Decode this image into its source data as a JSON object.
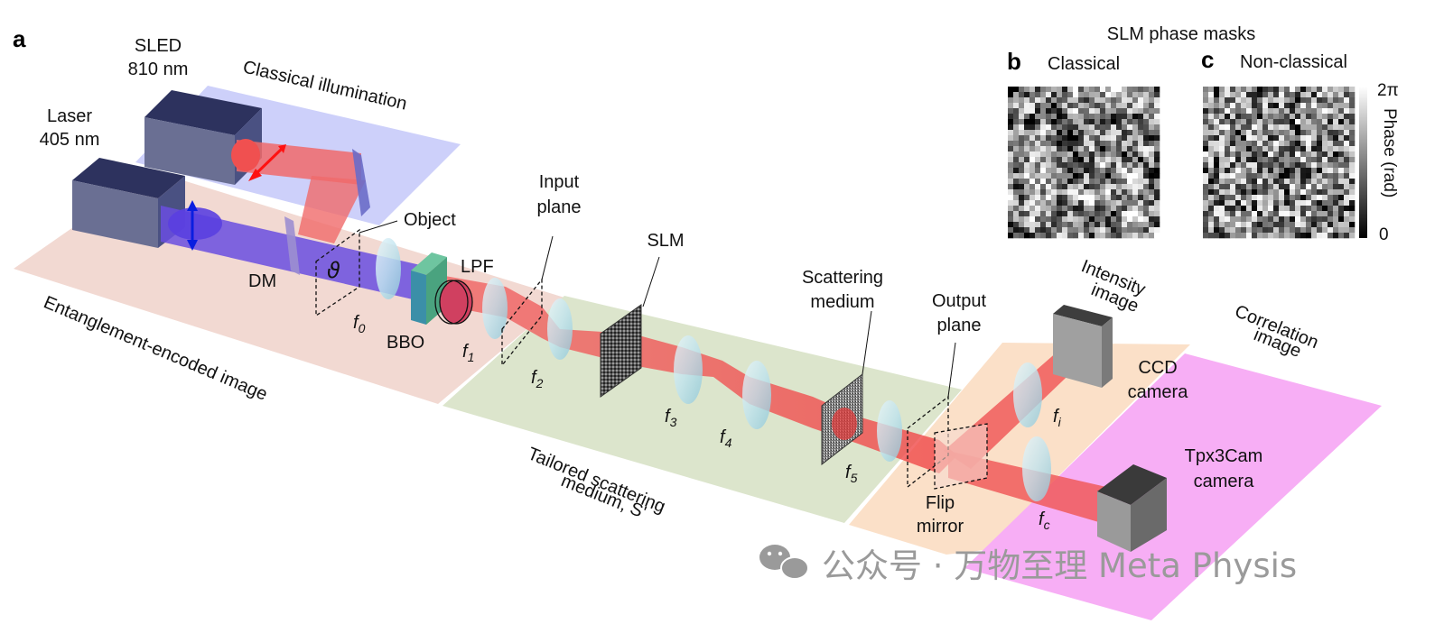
{
  "panels": {
    "a": "a",
    "b": "b",
    "c": "c"
  },
  "sources": {
    "sled": {
      "name": "SLED",
      "wavelength": "810 nm"
    },
    "laser": {
      "name": "Laser",
      "wavelength": "405 nm"
    }
  },
  "regions": {
    "classical": "Classical illumination",
    "entanglement": "Entanglement-encoded image",
    "tailored": [
      "Tailored scattering",
      "medium, S'"
    ],
    "intensity": [
      "Intensity",
      "image"
    ],
    "correlation": [
      "Correlation",
      "image"
    ]
  },
  "components": {
    "object": "Object",
    "dm": "DM",
    "bbo": "BBO",
    "lpf": "LPF",
    "input_plane": [
      "Input",
      "plane"
    ],
    "slm": "SLM",
    "scattering_medium": [
      "Scattering",
      "medium"
    ],
    "output_plane": [
      "Output",
      "plane"
    ],
    "flip_mirror": [
      "Flip",
      "mirror"
    ],
    "ccd": [
      "CCD",
      "camera"
    ],
    "tpx3": [
      "Tpx3Cam",
      "camera"
    ]
  },
  "lenses": {
    "f0": {
      "base": "f",
      "sub": "0"
    },
    "f1": {
      "base": "f",
      "sub": "1"
    },
    "f2": {
      "base": "f",
      "sub": "2"
    },
    "f3": {
      "base": "f",
      "sub": "3"
    },
    "f4": {
      "base": "f",
      "sub": "4"
    },
    "f5": {
      "base": "f",
      "sub": "5"
    },
    "fi": {
      "base": "f",
      "sub": "i"
    },
    "fc": {
      "base": "f",
      "sub": "c"
    }
  },
  "masks": {
    "title": "SLM phase masks",
    "classical": "Classical",
    "nonclassical": "Non-classical",
    "colorbar": {
      "label": "Phase (rad)",
      "max": "2π",
      "min": "0"
    }
  },
  "watermark": "公众号 · 万物至理 Meta Physis",
  "colors": {
    "classical_plane": "#cdd0fa",
    "entanglement_plane": "#f2d9d2",
    "tailored_plane": "#dce5cc",
    "intensity_plane": "#fbe0c8",
    "correlation_plane": "#f7aef5",
    "red_beam": "#f05a5a",
    "blue_beam": "#6a4de0"
  }
}
